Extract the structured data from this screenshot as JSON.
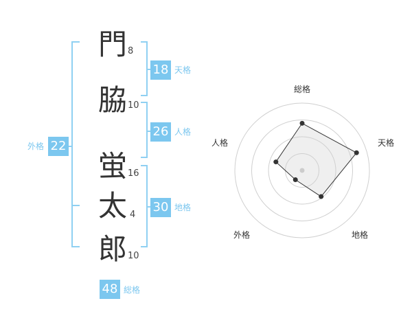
{
  "name_chars": [
    {
      "char": "門",
      "strokes": "8"
    },
    {
      "char": "脇",
      "strokes": "10"
    },
    {
      "char": "蛍",
      "strokes": "16"
    },
    {
      "char": "太",
      "strokes": "4"
    },
    {
      "char": "郎",
      "strokes": "10"
    }
  ],
  "kaku": {
    "tenkaku": {
      "value": "18",
      "label": "天格"
    },
    "jinkaku": {
      "value": "26",
      "label": "人格"
    },
    "chikaku": {
      "value": "30",
      "label": "地格"
    },
    "gaikaku": {
      "value": "22",
      "label": "外格"
    },
    "soukaku": {
      "value": "48",
      "label": "総格"
    }
  },
  "colors": {
    "accent": "#7cc7ef",
    "bracket": "#8fd0f2",
    "text": "#333333"
  },
  "chart_data": {
    "type": "radar",
    "axes": [
      "総格",
      "天格",
      "地格",
      "外格",
      "人格"
    ],
    "series": [
      {
        "values": [
          0.7,
          0.85,
          0.48,
          0.17,
          0.41
        ]
      }
    ],
    "rings": 4
  }
}
